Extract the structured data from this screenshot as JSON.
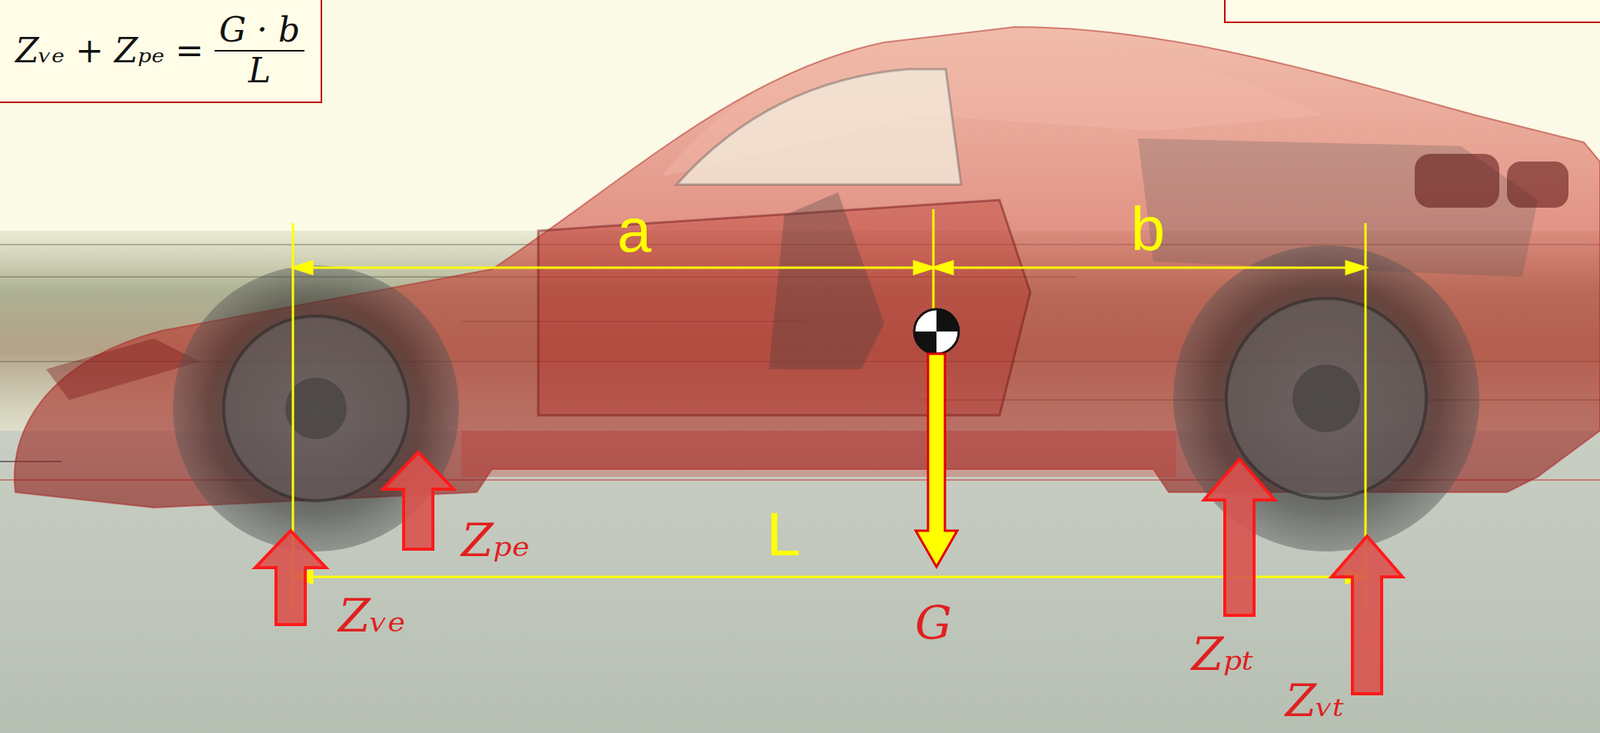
{
  "diagram": {
    "nodes": [
      {
        "text": [
          "Zᵥₑ + Zₚₑ =",
          "G · b",
          "L"
        ]
      }
    ],
    "labels": [
      "a",
      "b",
      "L",
      "Zₚₑ",
      "Zᵥₑ",
      "G",
      "Zₚₜ",
      "Zᵥₜ"
    ]
  }
}
